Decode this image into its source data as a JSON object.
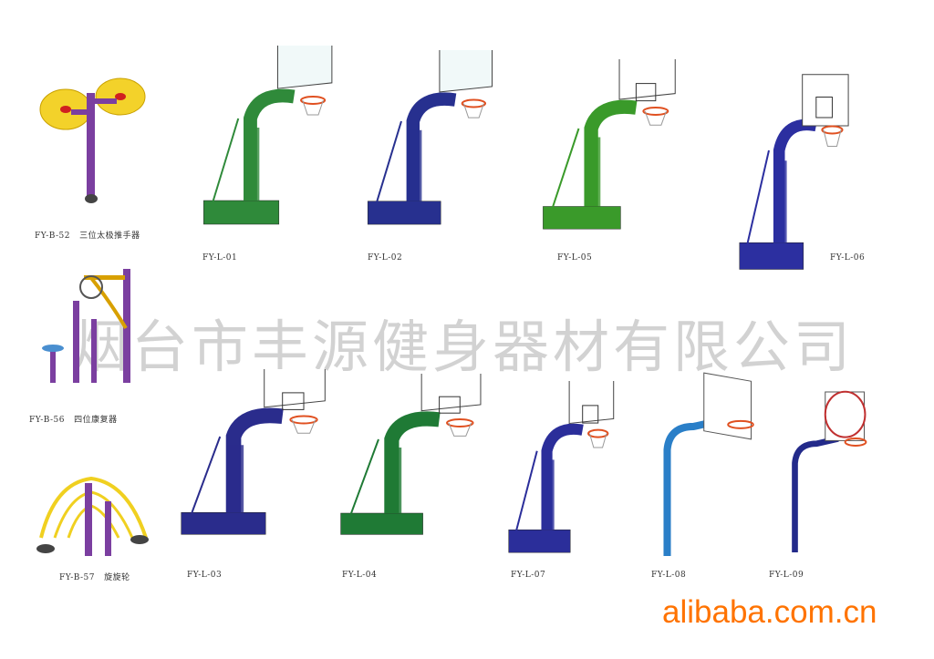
{
  "watermark": "烟台市丰源健身器材有限公司",
  "brand": "alibaba.com.cn",
  "products": [
    {
      "code": "FY-B-52",
      "name": "三位太极推手器",
      "color": "#7b3fa0"
    },
    {
      "code": "FY-L-01",
      "color": "#2f8a3a"
    },
    {
      "code": "FY-L-02",
      "color": "#27308f"
    },
    {
      "code": "FY-L-05",
      "color": "#3a9a2a"
    },
    {
      "code": "FY-L-06",
      "color": "#2c2fa0"
    },
    {
      "code": "FY-B-56",
      "name": "四位康复器",
      "color": "#7b3fa0"
    },
    {
      "code": "FY-L-03",
      "color": "#2a2c8c"
    },
    {
      "code": "FY-L-04",
      "color": "#1f7a35"
    },
    {
      "code": "FY-L-07",
      "color": "#2b2e9a"
    },
    {
      "code": "FY-L-08",
      "color": "#2a7fc8"
    },
    {
      "code": "FY-L-09",
      "color": "#232a8a"
    },
    {
      "code": "FY-B-57",
      "name": "旋旋轮",
      "color": "#7b3fa0"
    }
  ]
}
